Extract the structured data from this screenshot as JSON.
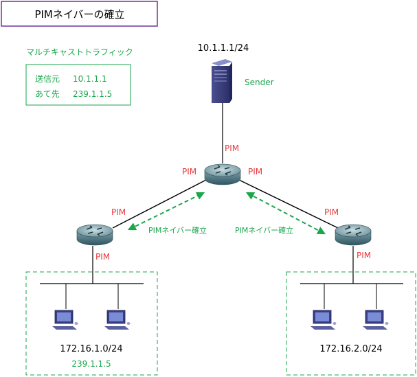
{
  "title": "PIMネイバーの確立",
  "traffic": {
    "heading": "マルチキャストトラフィック",
    "src_label": "送信元",
    "src_value": "10.1.1.1",
    "dst_label": "あて先",
    "dst_value": "239.1.1.5"
  },
  "sender": {
    "address": "10.1.1.1/24",
    "name": "Sender"
  },
  "pim": "PIM",
  "neighbor_label": "PIMネイバー確立",
  "left_lan": {
    "subnet": "172.16.1.0/24",
    "group": "239.1.1.5"
  },
  "right_lan": {
    "subnet": "172.16.2.0/24"
  },
  "colors": {
    "title_border": "#7030a0",
    "green": "#1aa64b",
    "pim_red": "#e8383d",
    "line": "#000000"
  }
}
